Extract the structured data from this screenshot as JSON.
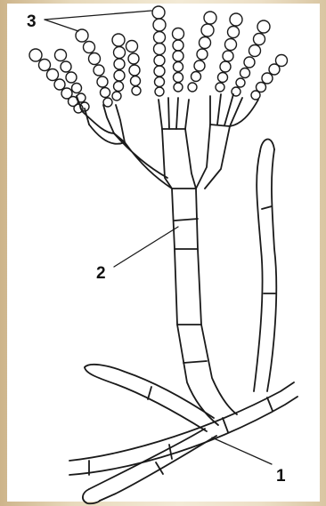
{
  "labels": {
    "conidia": "3",
    "conidiophore": "2",
    "hypha": "1"
  },
  "colors": {
    "ink": "#1a1a1a",
    "paper": "#ffffff",
    "background": "#e7d9bb"
  }
}
